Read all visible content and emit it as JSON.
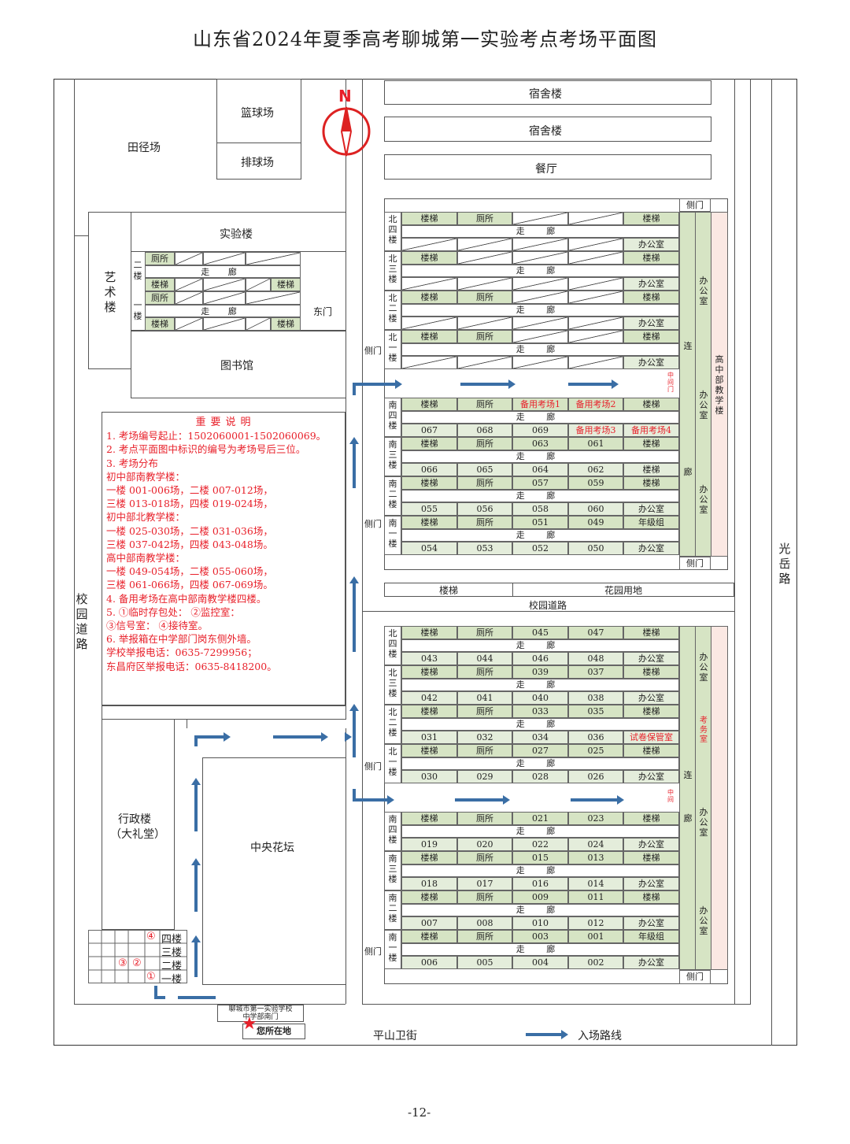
{
  "title": "山东省2024年夏季高考聊城第一实验考点考场平面图",
  "page_number": "-12-",
  "compass": "N",
  "places": {
    "track_field": "田径场",
    "basketball": "篮球场",
    "volleyball": "排球场",
    "dorm1": "宿舍楼",
    "dorm2": "宿舍楼",
    "canteen": "餐厅",
    "lab_building": "实验楼",
    "art_building": "艺术楼",
    "library": "图书馆",
    "east_gate": "东门",
    "admin_building": "行政楼",
    "auditorium": "（大礼堂）",
    "central_garden": "中央花坛",
    "campus_road_west": "校园道路",
    "campus_road_mid": "校园道路",
    "guangyue_road": "光岳路",
    "pingshan_street": "平山卫街",
    "route_legend": "入场路线",
    "school_gate_line1": "聊城市第一实验学校",
    "school_gate_line2": "中学部南门",
    "you_are_here": "您所在地",
    "garden_land": "花园用地",
    "stairs_between": "楼梯",
    "senior_teaching": "高中部教学楼",
    "middle_gate_upper": "中间门",
    "middle_gate_lower": "中间"
  },
  "lab": {
    "floor2": "二楼",
    "floor1": "一楼",
    "toilet": "厕所",
    "stairs": "楼梯",
    "corridor": "走 廊"
  },
  "side_labels": {
    "side_door": "侧门",
    "connect": "连",
    "corridor": "廊",
    "office": "办公室",
    "exam_affairs": "考务室"
  },
  "notes": {
    "heading": "重要说明",
    "lines": [
      "1. 考场编号起止：1502060001-1502060069。",
      "2. 考点平面图中标识的编号为考场号后三位。",
      "3. 考场分布",
      "初中部南教学楼：",
      "一楼 001-006场，二楼 007-012场，",
      "三楼 013-018场，四楼 019-024场，",
      "初中部北教学楼：",
      "一楼 025-030场，二楼 031-036场，",
      "三楼 037-042场，四楼 043-048场。",
      "高中部南教学楼：",
      "一楼 049-054场，二楼 055-060场，",
      "三楼 061-066场，四楼 067-069场。",
      "4. 备用考场在高中部南教学楼四楼。",
      "5. ①临时存包处：    ②监控室：",
      "   ③信号室：        ④接待室。",
      "6. 举报箱在中学部门岗东侧外墙。",
      "学校举报电话：0635-7299956；",
      "东昌府区举报电话：0635-8418200。"
    ]
  },
  "admin_floors": [
    "四楼",
    "三楼",
    "二楼",
    "一楼"
  ],
  "admin_markers": {
    "m4": "④",
    "m3": "③",
    "m2": "②",
    "m1": "①"
  },
  "senior_wing": {
    "north": [
      {
        "label": "北四楼",
        "top": [
          "楼梯",
          "厕所",
          "",
          "",
          "楼梯"
        ],
        "bottom": [
          "",
          "",
          "",
          "",
          "办公室"
        ]
      },
      {
        "label": "北三楼",
        "top": [
          "楼梯",
          "",
          "",
          "",
          "楼梯"
        ],
        "bottom": [
          "",
          "",
          "",
          "",
          "办公室"
        ]
      },
      {
        "label": "北二楼",
        "top": [
          "楼梯",
          "厕所",
          "",
          "",
          "楼梯"
        ],
        "bottom": [
          "",
          "",
          "",
          "",
          "办公室"
        ]
      },
      {
        "label": "北一楼",
        "top": [
          "楼梯",
          "厕所",
          "",
          "",
          "楼梯"
        ],
        "bottom": [
          "",
          "",
          "",
          "",
          "办公室"
        ]
      }
    ],
    "south": [
      {
        "label": "南四楼",
        "top": [
          "楼梯",
          "厕所",
          "备用考场1",
          "备用考场2",
          "楼梯"
        ],
        "bottom": [
          "067",
          "068",
          "069",
          "备用考场3",
          "备用考场4"
        ]
      },
      {
        "label": "南三楼",
        "top": [
          "楼梯",
          "厕所",
          "063",
          "061",
          "楼梯"
        ],
        "bottom": [
          "066",
          "065",
          "064",
          "062",
          "楼梯"
        ]
      },
      {
        "label": "南二楼",
        "top": [
          "楼梯",
          "厕所",
          "057",
          "059",
          "楼梯"
        ],
        "bottom": [
          "055",
          "056",
          "058",
          "060",
          "办公室"
        ]
      },
      {
        "label": "南一楼",
        "top": [
          "楼梯",
          "厕所",
          "051",
          "049",
          "年级组"
        ],
        "bottom": [
          "054",
          "053",
          "052",
          "050",
          "办公室"
        ]
      }
    ]
  },
  "junior_wing": {
    "north": [
      {
        "label": "北四楼",
        "top": [
          "楼梯",
          "厕所",
          "045",
          "047",
          "楼梯"
        ],
        "bottom": [
          "043",
          "044",
          "046",
          "048",
          "办公室"
        ]
      },
      {
        "label": "北三楼",
        "top": [
          "楼梯",
          "厕所",
          "039",
          "037",
          "楼梯"
        ],
        "bottom": [
          "042",
          "041",
          "040",
          "038",
          "办公室"
        ]
      },
      {
        "label": "北二楼",
        "top": [
          "楼梯",
          "厕所",
          "033",
          "035",
          "楼梯"
        ],
        "bottom": [
          "031",
          "032",
          "034",
          "036",
          "试卷保管室"
        ]
      },
      {
        "label": "北一楼",
        "top": [
          "楼梯",
          "厕所",
          "027",
          "025",
          "楼梯"
        ],
        "bottom": [
          "030",
          "029",
          "028",
          "026",
          "办公室"
        ]
      }
    ],
    "south": [
      {
        "label": "南四楼",
        "top": [
          "楼梯",
          "厕所",
          "021",
          "023",
          "楼梯"
        ],
        "bottom": [
          "019",
          "020",
          "022",
          "024",
          "办公室"
        ]
      },
      {
        "label": "南三楼",
        "top": [
          "楼梯",
          "厕所",
          "015",
          "013",
          "楼梯"
        ],
        "bottom": [
          "018",
          "017",
          "016",
          "014",
          "办公室"
        ]
      },
      {
        "label": "南二楼",
        "top": [
          "楼梯",
          "厕所",
          "009",
          "011",
          "楼梯"
        ],
        "bottom": [
          "007",
          "008",
          "010",
          "012",
          "办公室"
        ]
      },
      {
        "label": "南一楼",
        "top": [
          "楼梯",
          "厕所",
          "003",
          "001",
          "年级组"
        ],
        "bottom": [
          "006",
          "005",
          "004",
          "002",
          "办公室"
        ]
      }
    ]
  }
}
